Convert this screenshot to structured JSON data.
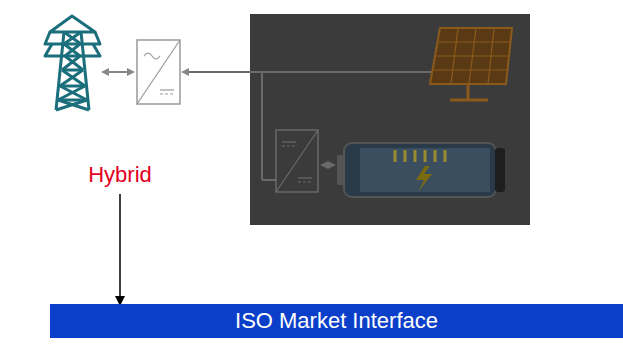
{
  "diagram": {
    "nodes": [
      {
        "text": [
          "Hybrid"
        ]
      },
      {
        "text": [
          "ISO Market Interface"
        ]
      }
    ],
    "edges": [
      {
        "from": 0,
        "to": 1,
        "arrow": "to"
      }
    ]
  }
}
